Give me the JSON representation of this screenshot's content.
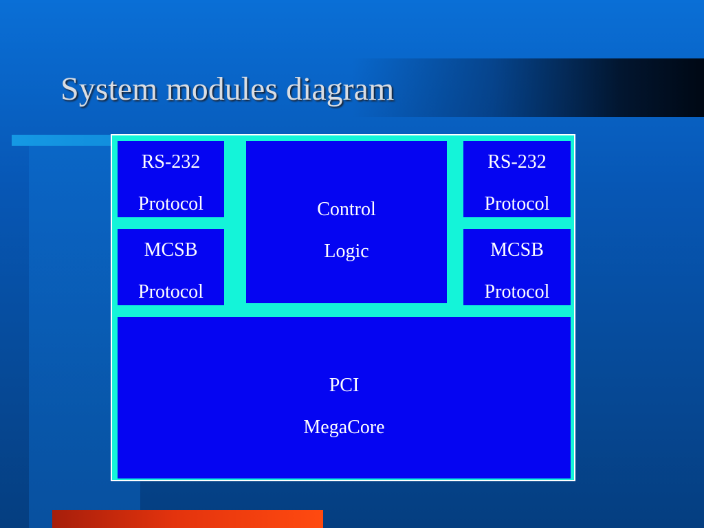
{
  "slide": {
    "title": "System modules diagram"
  },
  "diagram": {
    "rs232_left": {
      "line1": "RS-232",
      "line2": "Protocol"
    },
    "mcsb_left": {
      "line1": "MCSB",
      "line2": "Protocol"
    },
    "control": {
      "line1": "Control",
      "line2": "Logic"
    },
    "rs232_right": {
      "line1": "RS-232",
      "line2": "Protocol"
    },
    "mcsb_right": {
      "line1": "MCSB",
      "line2": "Protocol"
    },
    "pci": {
      "line1": "PCI",
      "line2": "MegaCore"
    }
  },
  "colors": {
    "background": "#0757b5",
    "diagram_frame": "#14f4d9",
    "module_fill": "#0505f2",
    "accent_bar": "#e3330d",
    "title_text": "#d9dde3"
  }
}
